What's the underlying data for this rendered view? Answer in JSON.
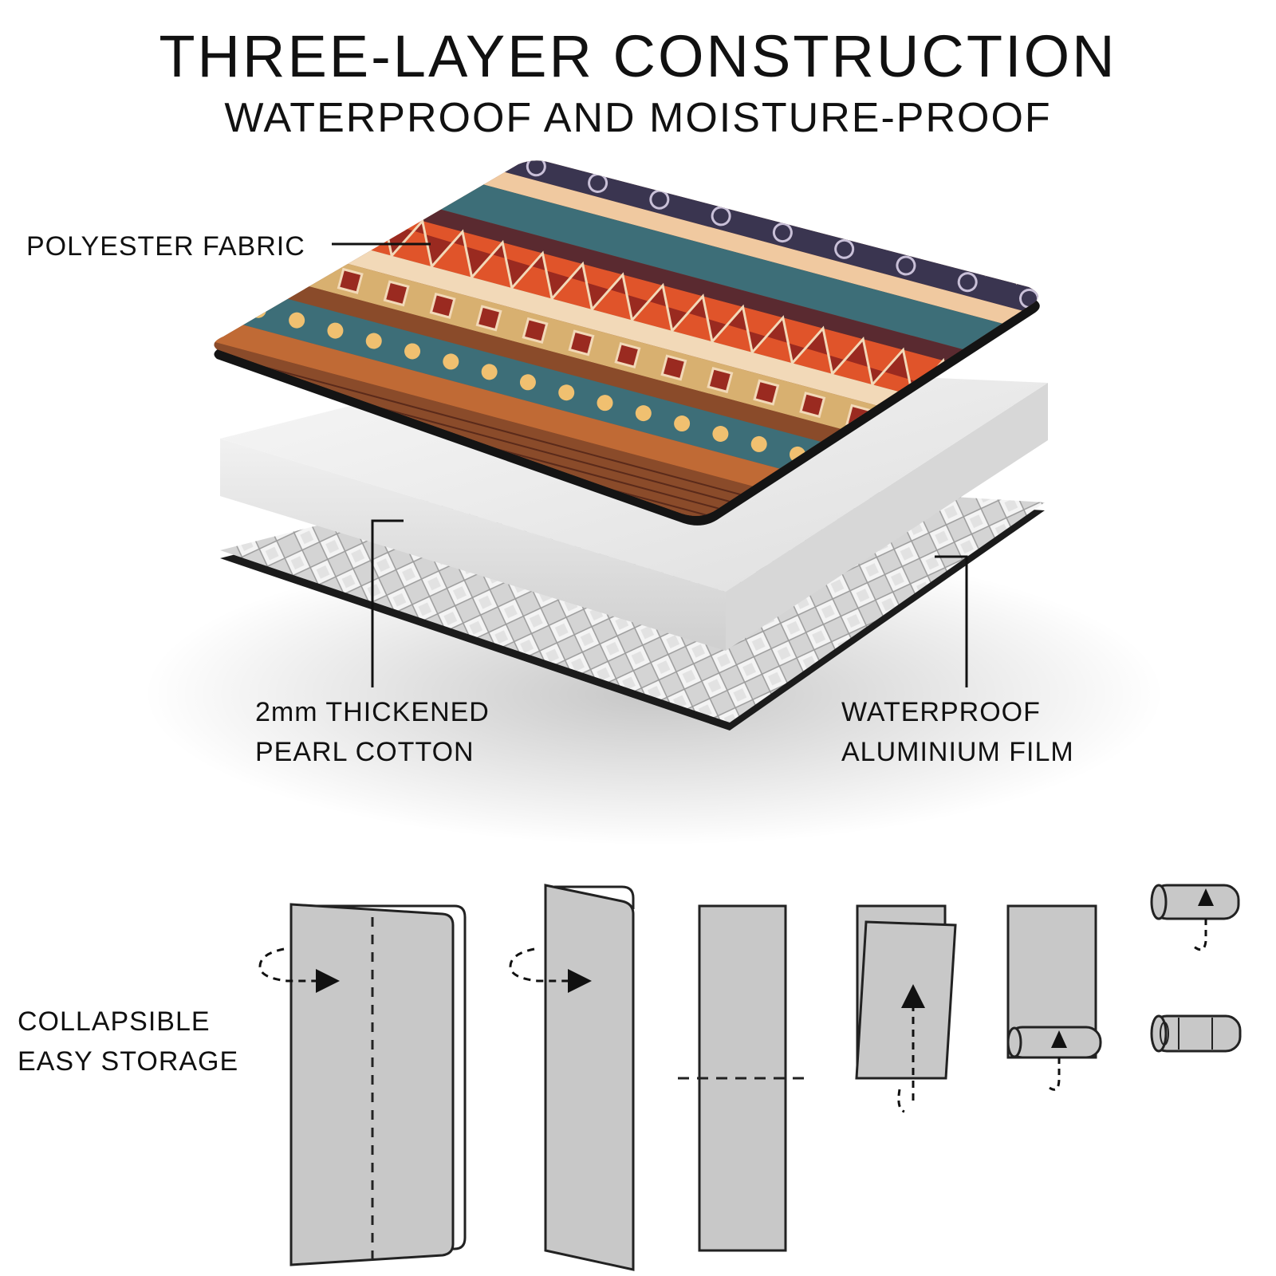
{
  "header": {
    "title": "THREE-LAYER CONSTRUCTION",
    "subtitle": "WATERPROOF AND MOISTURE-PROOF"
  },
  "layers": {
    "top": {
      "label": "POLYESTER FABRIC"
    },
    "middle": {
      "label_line1": "2mm THICKENED",
      "label_line2": "PEARL COTTON"
    },
    "bottom": {
      "label_line1": "WATERPROOF",
      "label_line2": "ALUMINIUM FILM"
    }
  },
  "storage": {
    "label_line1": "COLLAPSIBLE",
    "label_line2": "EASY STORAGE"
  },
  "colors": {
    "fabric_teal": "#3d6e78",
    "fabric_orange": "#e0542a",
    "fabric_cream": "#f2d9b8",
    "fabric_brown": "#8a4b2a",
    "fabric_dark": "#3a2a33",
    "foam": "#e9e9e9",
    "foil": "#c9c9c9",
    "panel_gray": "#c8c8c8"
  }
}
